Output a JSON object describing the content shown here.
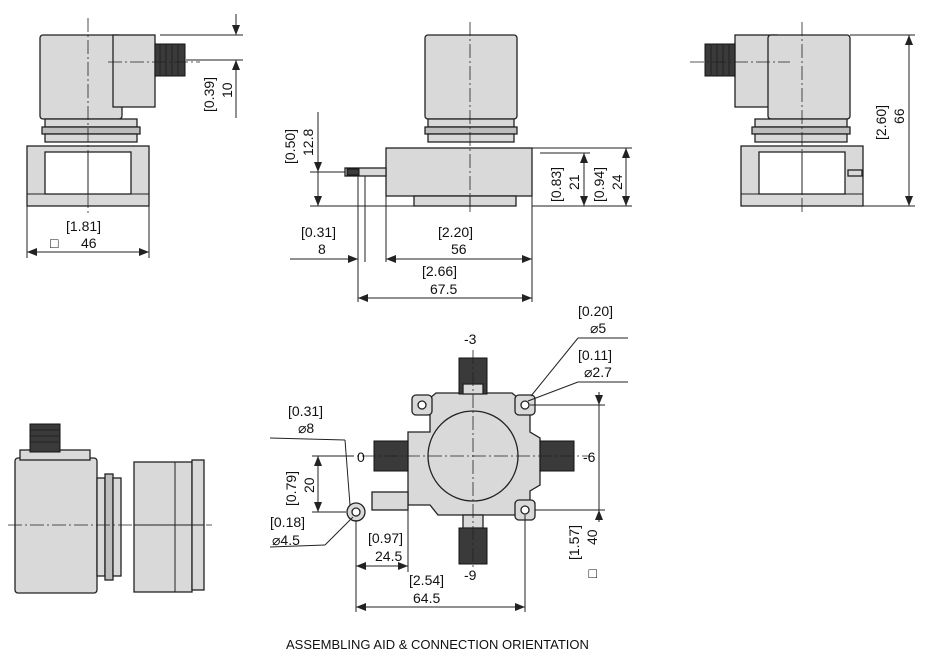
{
  "caption": "ASSEMBLING AID & CONNECTION ORIENTATION",
  "front_view": {
    "top_dim": {
      "inch": "[0.39]",
      "mm": "10"
    },
    "width_dim": {
      "inch": "[1.81]",
      "mm": "46"
    },
    "square_symbol": "□"
  },
  "side_view": {
    "pin_height": {
      "inch": "[0.50]",
      "mm": "12.8"
    },
    "pin_offset": {
      "inch": "[0.31]",
      "mm": "8"
    },
    "base_width": {
      "inch": "[2.20]",
      "mm": "56"
    },
    "overall_width": {
      "inch": "[2.66]",
      "mm": "67.5"
    },
    "base_height": {
      "inch": "[0.83]",
      "mm": "21"
    },
    "base_height2": {
      "inch": "[0.94]",
      "mm": "24"
    }
  },
  "right_view": {
    "height": {
      "inch": "[2.60]",
      "mm": "66"
    }
  },
  "bottom_view": {
    "hole_large": {
      "inch": "[0.20]",
      "mm": "⌀5"
    },
    "hole_small": {
      "inch": "[0.11]",
      "mm": "⌀2.7"
    },
    "boss": {
      "inch": "[0.31]",
      "mm": "⌀8"
    },
    "boss_hole": {
      "inch": "[0.18]",
      "mm": "⌀4.5"
    },
    "vert_offset": {
      "inch": "[0.79]",
      "mm": "20"
    },
    "horiz_offset": {
      "inch": "[0.97]",
      "mm": "24.5"
    },
    "overall": {
      "inch": "[2.54]",
      "mm": "64.5"
    },
    "right_height": {
      "inch": "[1.57]",
      "mm": "40"
    },
    "square_symbol": "□",
    "port_labels": {
      "top": "-3",
      "left": "0",
      "right": "-6",
      "bottom": "-9"
    }
  }
}
